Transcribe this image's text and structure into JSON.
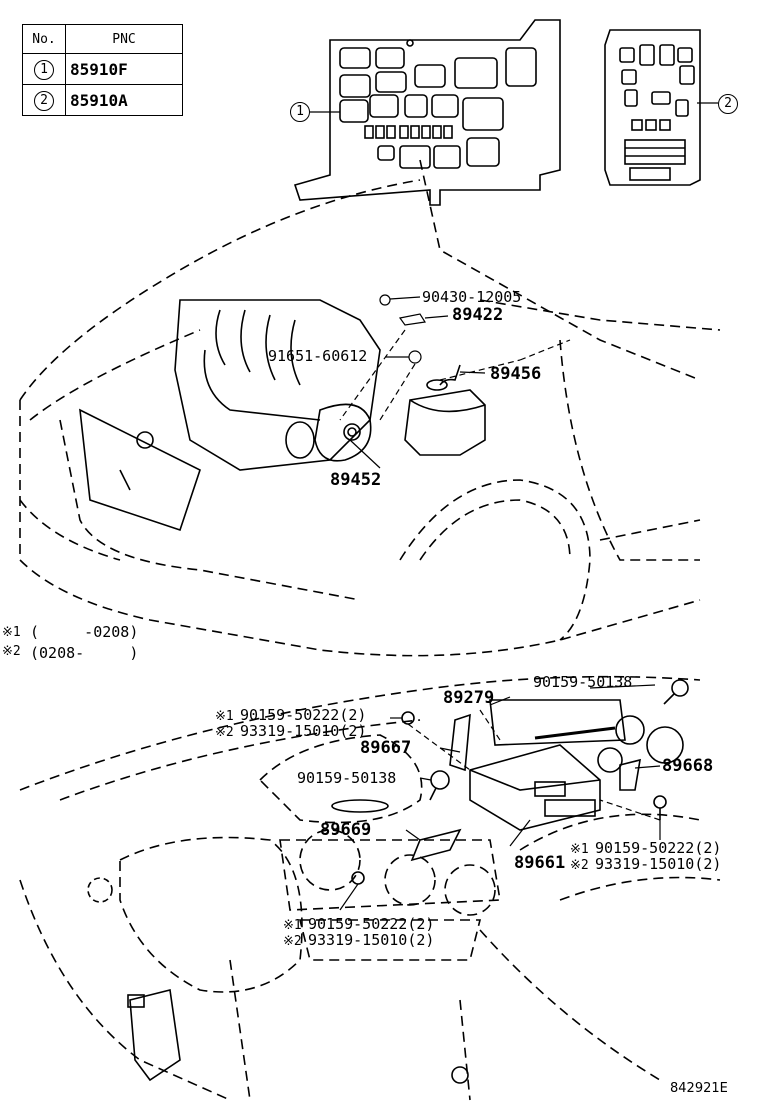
{
  "table": {
    "headers": {
      "no": "No.",
      "pnc": "PNC"
    },
    "rows": [
      {
        "no": "1",
        "pnc": "85910F"
      },
      {
        "no": "2",
        "pnc": "85910A"
      }
    ]
  },
  "callouts": {
    "one": "1",
    "two": "2"
  },
  "engine_parts": {
    "p90430": "90430-12005",
    "p89422": "89422",
    "p91651": "91651-60612",
    "p89456": "89456",
    "p89452": "89452"
  },
  "notes": {
    "line1_mark": "※1",
    "line1_text": "(     -0208)",
    "line2_mark": "※2",
    "line2_text": "(0208-     )"
  },
  "dash_parts": {
    "p90159_50138_top": "90159-50138",
    "p89279": "89279",
    "left_bolt_1": "90159-50222(2)",
    "left_bolt_2": "93319-15010(2)",
    "p89667": "89667",
    "p90159_50138_mid": "90159-50138",
    "p89668": "89668",
    "p89669": "89669",
    "p89661": "89661",
    "right_bolt_1": "90159-50222(2)",
    "right_bolt_2": "93319-15010(2)",
    "low_bolt_1": "90159-50222(2)",
    "low_bolt_2": "93319-15010(2)",
    "mark1": "※1",
    "mark2": "※2"
  },
  "figure_code": "842921E"
}
